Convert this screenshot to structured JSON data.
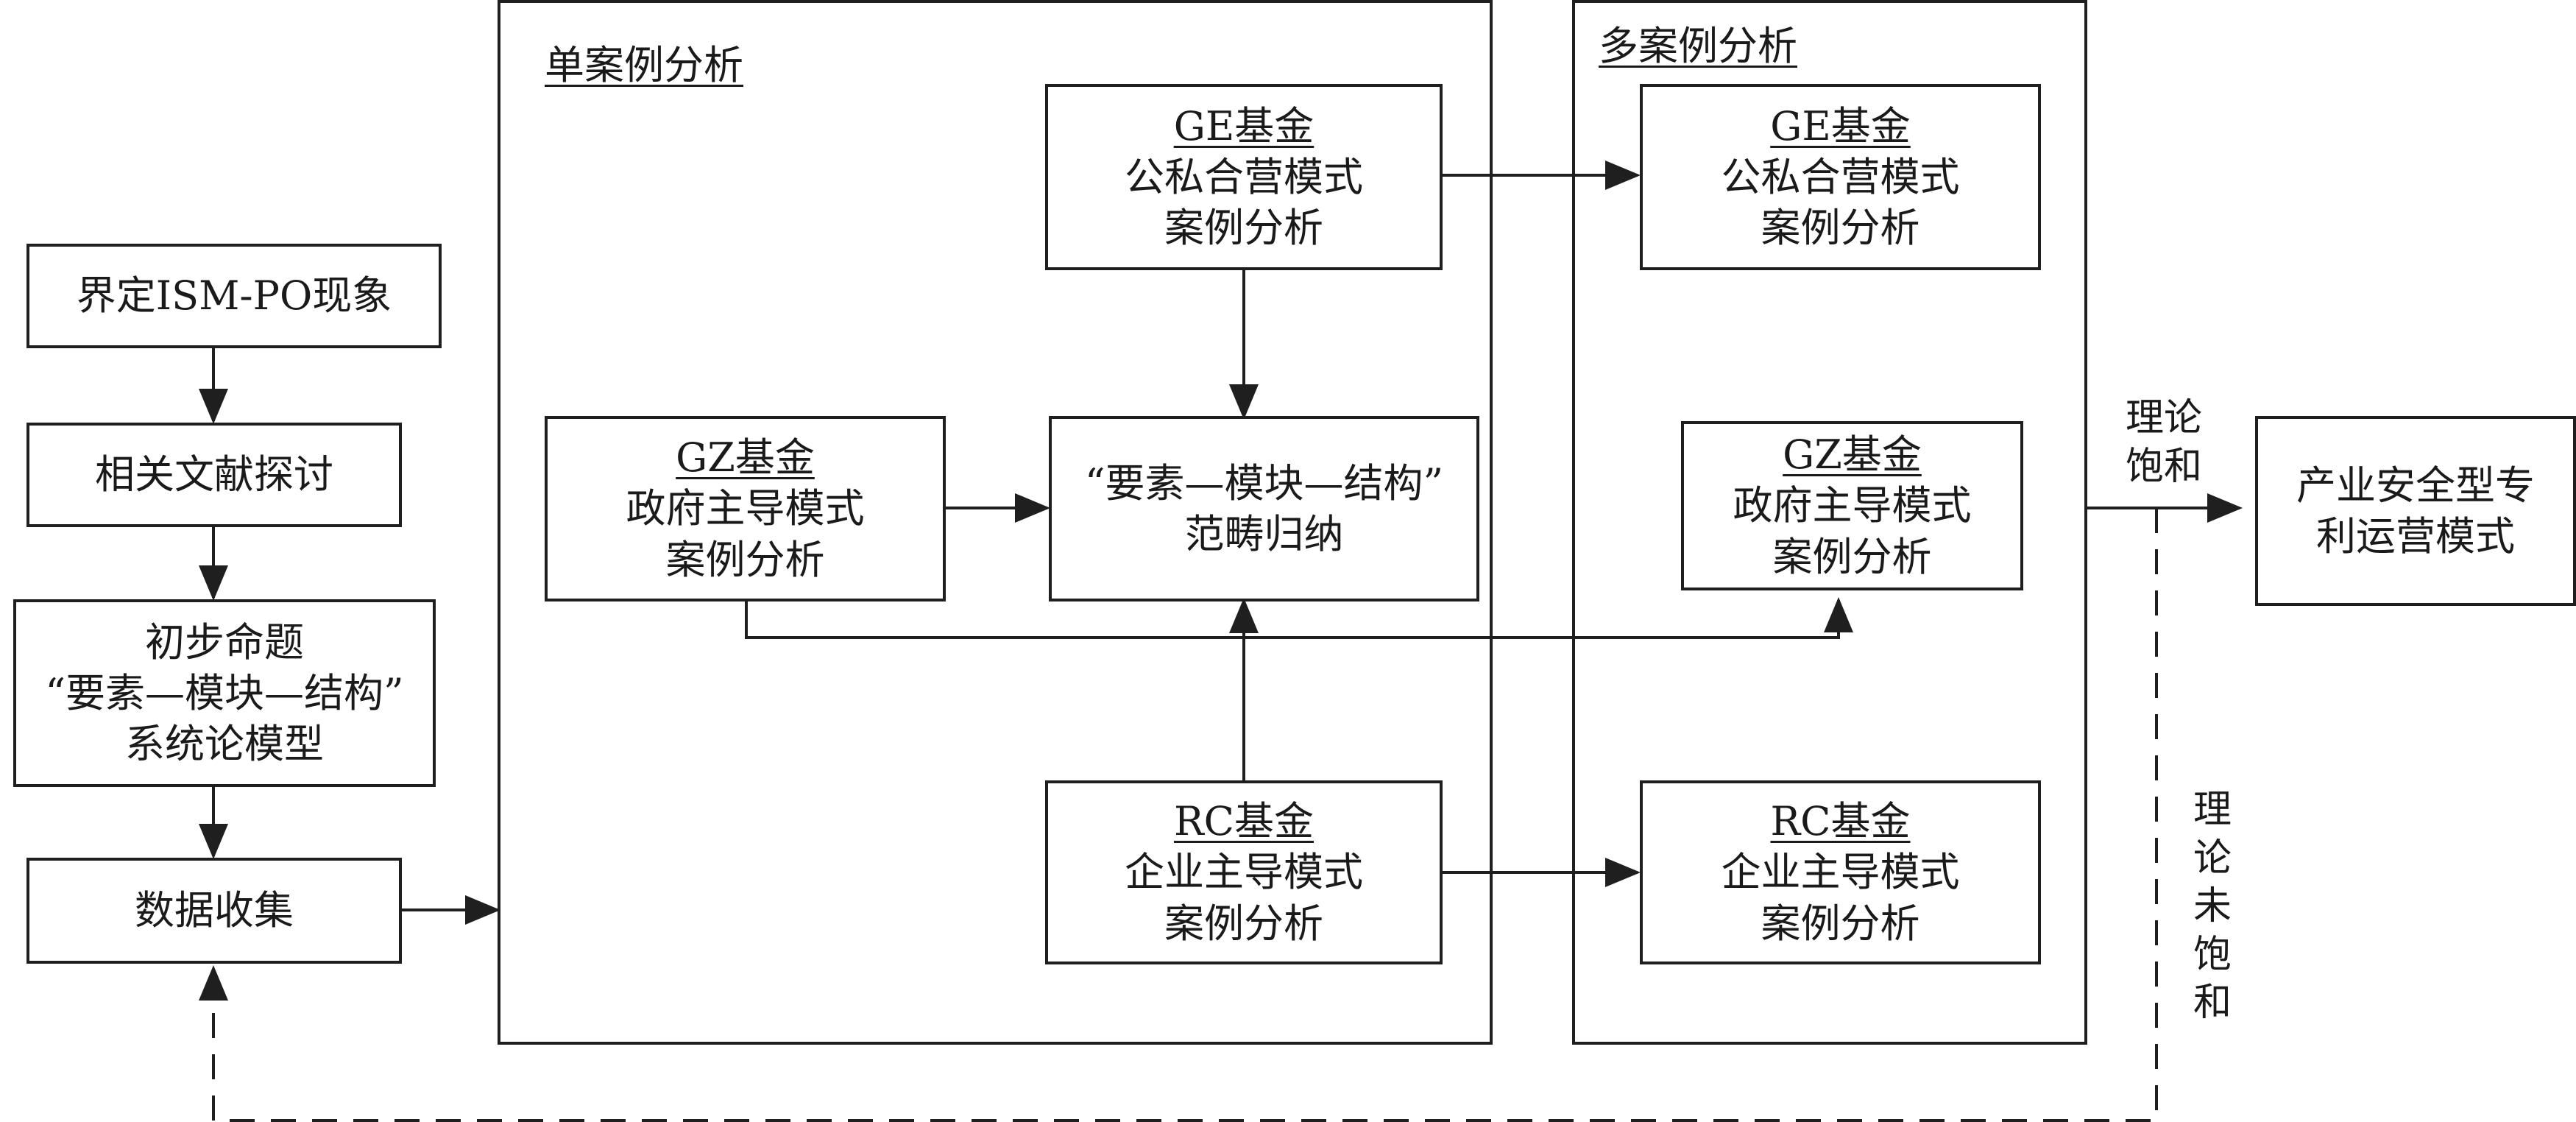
{
  "left": {
    "define": "界定ISM-PO现象",
    "literature": "相关文献探讨",
    "proposition": [
      "初步命题",
      "“要素—模块—结构”",
      "系统论模型"
    ],
    "data_collection": "数据收集"
  },
  "single_case": {
    "title": "单案例分析",
    "ge": {
      "name": "GE基金",
      "l1": "公私合营模式",
      "l2": "案例分析"
    },
    "gz": {
      "name": "GZ基金",
      "l1": "政府主导模式",
      "l2": "案例分析"
    },
    "center": {
      "l1": "“要素—模块—结构”",
      "l2": "范畴归纳"
    },
    "rc": {
      "name": "RC基金",
      "l1": "企业主导模式",
      "l2": "案例分析"
    }
  },
  "multi_case": {
    "title": "多案例分析",
    "ge": {
      "name": "GE基金",
      "l1": "公私合营模式",
      "l2": "案例分析"
    },
    "gz": {
      "name": "GZ基金",
      "l1": "政府主导模式",
      "l2": "案例分析"
    },
    "rc": {
      "name": "RC基金",
      "l1": "企业主导模式",
      "l2": "案例分析"
    }
  },
  "saturated_label": [
    "理论",
    "饱和"
  ],
  "unsaturated_label": [
    "理",
    "论",
    "未",
    "饱",
    "和"
  ],
  "outcome": [
    "产业安全型专",
    "利运营模式"
  ]
}
